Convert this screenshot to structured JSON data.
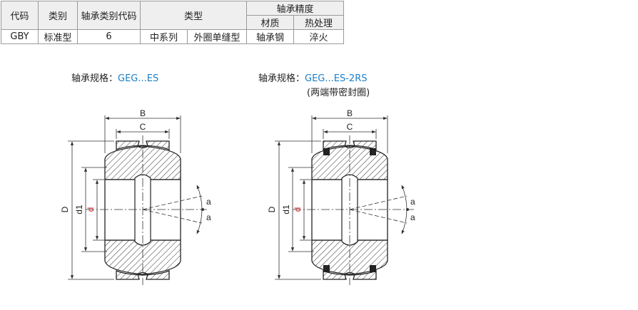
{
  "table": {
    "headers": {
      "code": "代码",
      "category": "类别",
      "bearing_code": "轴承类别代码",
      "type": "类型",
      "precision": "轴承精度",
      "material": "材质",
      "heat": "热处理"
    },
    "row": {
      "code": "GBY",
      "category": "标准型",
      "bearing_code": "6",
      "series": "中系列",
      "ring": "外圈单缝型",
      "material": "轴承钢",
      "heat": "淬火"
    }
  },
  "left_drawing": {
    "caption_label": "轴承规格：",
    "caption_model": "GEG...ES"
  },
  "right_drawing": {
    "caption_label": "轴承规格：",
    "caption_model": "GEG...ES-2RS",
    "caption_note": "(两端带密封圈)"
  },
  "dimensions": {
    "B": "B",
    "C": "C",
    "D": "D",
    "d1": "d1",
    "d": "d",
    "a": "a"
  },
  "colors": {
    "accent_blue": "#1b7fc6",
    "d_red": "#d8282d",
    "header_bg": "#efefef"
  }
}
